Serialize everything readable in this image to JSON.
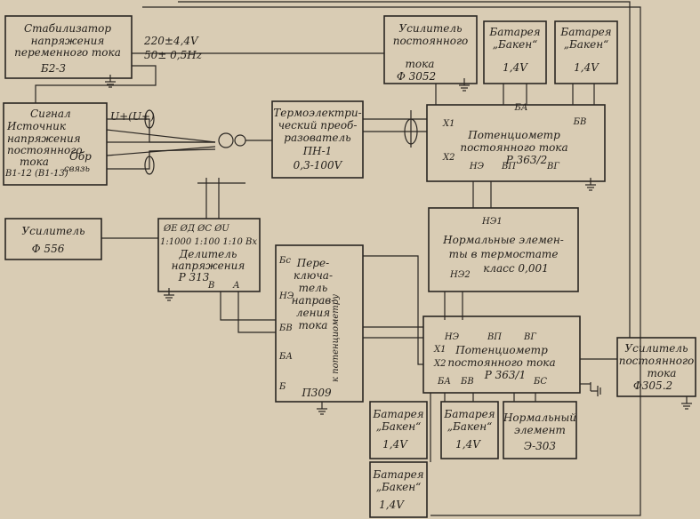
{
  "blocks": {
    "stabilizer": {
      "l1": "Стабилизатор",
      "l2": "напряжения",
      "l3": "переменного тока",
      "model": "Б2-3"
    },
    "power": {
      "l1": "220±4,4V",
      "l2": "50± 0,5Hz"
    },
    "amp_3052": {
      "l1": "Усилитель",
      "l2": "постоянного",
      "l3": "тока",
      "model": "Ф 3052"
    },
    "bat1": {
      "l1": "Батарея",
      "l2": "„Бакен“",
      "v": "1,4V"
    },
    "bat2": {
      "l1": "Батарея",
      "l2": "„Бакен“",
      "v": "1,4V"
    },
    "source": {
      "l1": "Источник",
      "l2": "напряжения",
      "l3": "постоянного",
      "l4": "тока",
      "model": "В1-12 (В1-13)",
      "t_signal": "Сигнал",
      "t_ou": "U+(U+)",
      "t_obr": "Обр",
      "t_svyaz": "связь"
    },
    "thermo": {
      "l1": "Термоэлектри-",
      "l2": "ческий преоб-",
      "l3": "разователь",
      "l4": "ПН-1",
      "range": "0,3-100V"
    },
    "pot1": {
      "l1": "Потенциометр",
      "l2": "постоянного тока",
      "model": "Р 363/2",
      "ba": "БА",
      "bv": "БВ",
      "ne": "НЭ",
      "vp": "ВП",
      "vg": "ВГ",
      "x1": "Х1",
      "x2": "Х2"
    },
    "amp_556": {
      "l1": "Усилитель",
      "model": "Ф 556"
    },
    "divider": {
      "row": "ØE  ØД  ØС  ØU",
      "ratios": "1:1000 1:100 1:10 Вх",
      "l1": "Делитель",
      "l2": "напряжения",
      "model": "Р 313",
      "b": "В",
      "a": "А"
    },
    "normal": {
      "ne1": "НЭ1",
      "l1": "Нормальные элемен-",
      "l2": "ты в термостате",
      "l3": "класс 0,001",
      "ne2": "НЭ2"
    },
    "switch": {
      "l1": "Пере-",
      "l2": "ключа-",
      "l3": "тель",
      "l4": "направ-",
      "l5": "ления",
      "l6": "тока",
      "side": "к потенциометру",
      "model": "П309",
      "terms": [
        "Бс",
        "НЭ",
        "БВ",
        "БА",
        "Б"
      ]
    },
    "pot2": {
      "l1": "Потенциометр",
      "l2": "постоянного тока",
      "model": "Р 363/1",
      "ne": "НЭ",
      "vp": "ВП",
      "vg": "ВГ",
      "ba": "БА",
      "bv": "БВ",
      "bs": "БС",
      "x1": "Х1",
      "x2": "Х2"
    },
    "amp_3052b": {
      "l1": "Усилитель",
      "l2": "постоянного",
      "l3": "тока",
      "model": "Ф305.2"
    },
    "bat3": {
      "l1": "Батарея",
      "l2": "„Бакен“",
      "v": "1,4V"
    },
    "bat4": {
      "l1": "Батарея",
      "l2": "„Бакен“",
      "v": "1,4V"
    },
    "normal_elem": {
      "l1": "Нормальный",
      "l2": "элемент",
      "model": "Э-303"
    },
    "bat5": {
      "l1": "Батарея",
      "l2": "„Бакен“",
      "v": "1,4V"
    }
  }
}
